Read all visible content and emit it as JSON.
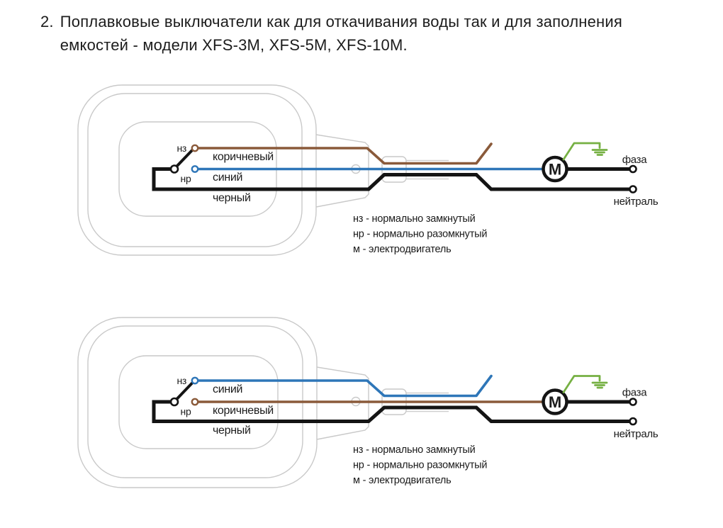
{
  "title": {
    "number": "2.",
    "lines": [
      "Поплавковые выключатели как для откачивания воды так и для заполнения",
      "емкостей - модели XFS-3M, XFS-5M, XFS-10M."
    ]
  },
  "colors": {
    "brown_wire": "#8a5a3a",
    "blue_wire": "#2e76b8",
    "black_wire": "#141414",
    "green_ground": "#76b043",
    "body_outline": "#c9c9c9"
  },
  "diagrams": [
    {
      "nc_abbr": "нз",
      "no_abbr": "нр",
      "wire_top": "коричневый",
      "wire_middle": "синий",
      "wire_bottom": "черный",
      "motor_letter": "М",
      "phase_label": "фаза",
      "neutral_label": "нейтраль",
      "legend": [
        "нз - нормально замкнутый",
        "нр - нормально разомкнутый",
        "м - электродвигатель"
      ]
    },
    {
      "nc_abbr": "нз",
      "no_abbr": "нр",
      "wire_top": "синий",
      "wire_middle": "коричневый",
      "wire_bottom": "черный",
      "motor_letter": "М",
      "phase_label": "фаза",
      "neutral_label": "нейтраль",
      "legend": [
        "нз - нормально замкнутый",
        "нр - нормально разомкнутый",
        "м - электродвигатель"
      ]
    }
  ]
}
